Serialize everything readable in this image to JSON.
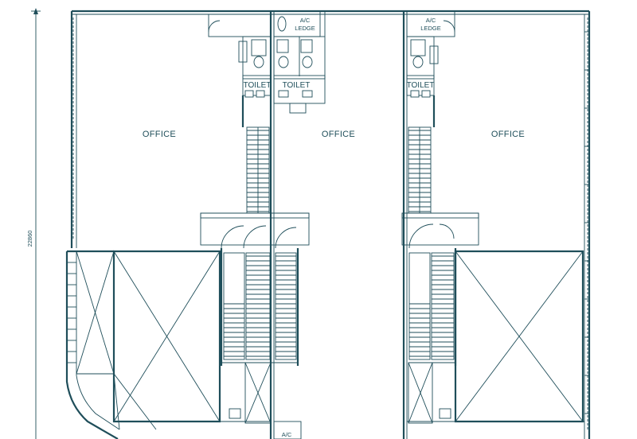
{
  "labels": {
    "office_left": "OFFICE",
    "office_middle": "OFFICE",
    "office_right": "OFFICE",
    "toilet_1": "TOILET",
    "toilet_2": "TOILET",
    "toilet_3": "TOILET",
    "ac_ledge_1_top": "A/C",
    "ac_ledge_1_bottom": "LEDGE",
    "ac_ledge_2_top": "A/C",
    "ac_ledge_2_bottom": "LEDGE",
    "ac_bottom": "A/C"
  },
  "dimension": {
    "height_value": "22860"
  },
  "colors": {
    "line": "#1f4e5a",
    "background": "#ffffff"
  }
}
